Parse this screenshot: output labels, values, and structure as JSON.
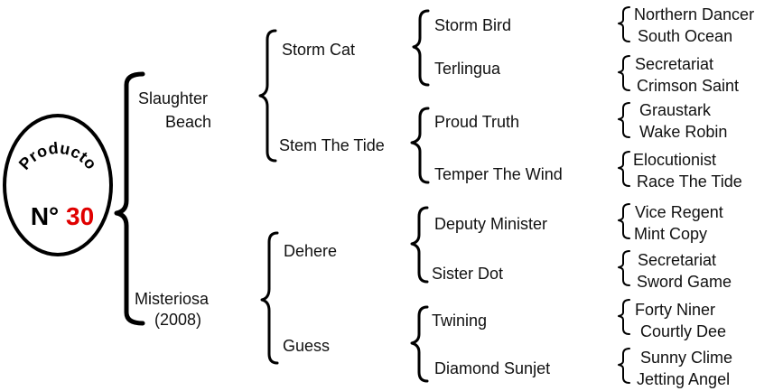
{
  "badge": {
    "word": "Producto",
    "number_prefix": "N°",
    "number": "30",
    "number_color": "#e00000"
  },
  "pedigree": {
    "sire": {
      "name_line1": "Slaughter",
      "name_line2": "Beach",
      "sire": {
        "name": "Storm Cat",
        "sire": {
          "name": "Storm Bird",
          "sire": "Northern Dancer",
          "dam": "South Ocean"
        },
        "dam": {
          "name": "Terlingua",
          "sire": "Secretariat",
          "dam": "Crimson Saint"
        }
      },
      "dam": {
        "name": "Stem The Tide",
        "sire": {
          "name": "Proud Truth",
          "sire": "Graustark",
          "dam": "Wake Robin"
        },
        "dam": {
          "name": "Temper The Wind",
          "sire": "Elocutionist",
          "dam": "Race The Tide"
        }
      }
    },
    "dam": {
      "name_line1": "Misteriosa",
      "name_line2": "(2008)",
      "sire": {
        "name": "Dehere",
        "sire": {
          "name": "Deputy Minister",
          "sire": "Vice Regent",
          "dam": "Mint Copy"
        },
        "dam": {
          "name": "Sister Dot",
          "sire": "Secretariat",
          "dam": "Sword Game"
        }
      },
      "dam": {
        "name": "Guess",
        "sire": {
          "name": "Twining",
          "sire": "Forty Niner",
          "dam": "Courtly Dee"
        },
        "dam": {
          "name": "Diamond Sunjet",
          "sire": "Sunny Clime",
          "dam": "Jetting Angel"
        }
      }
    }
  }
}
